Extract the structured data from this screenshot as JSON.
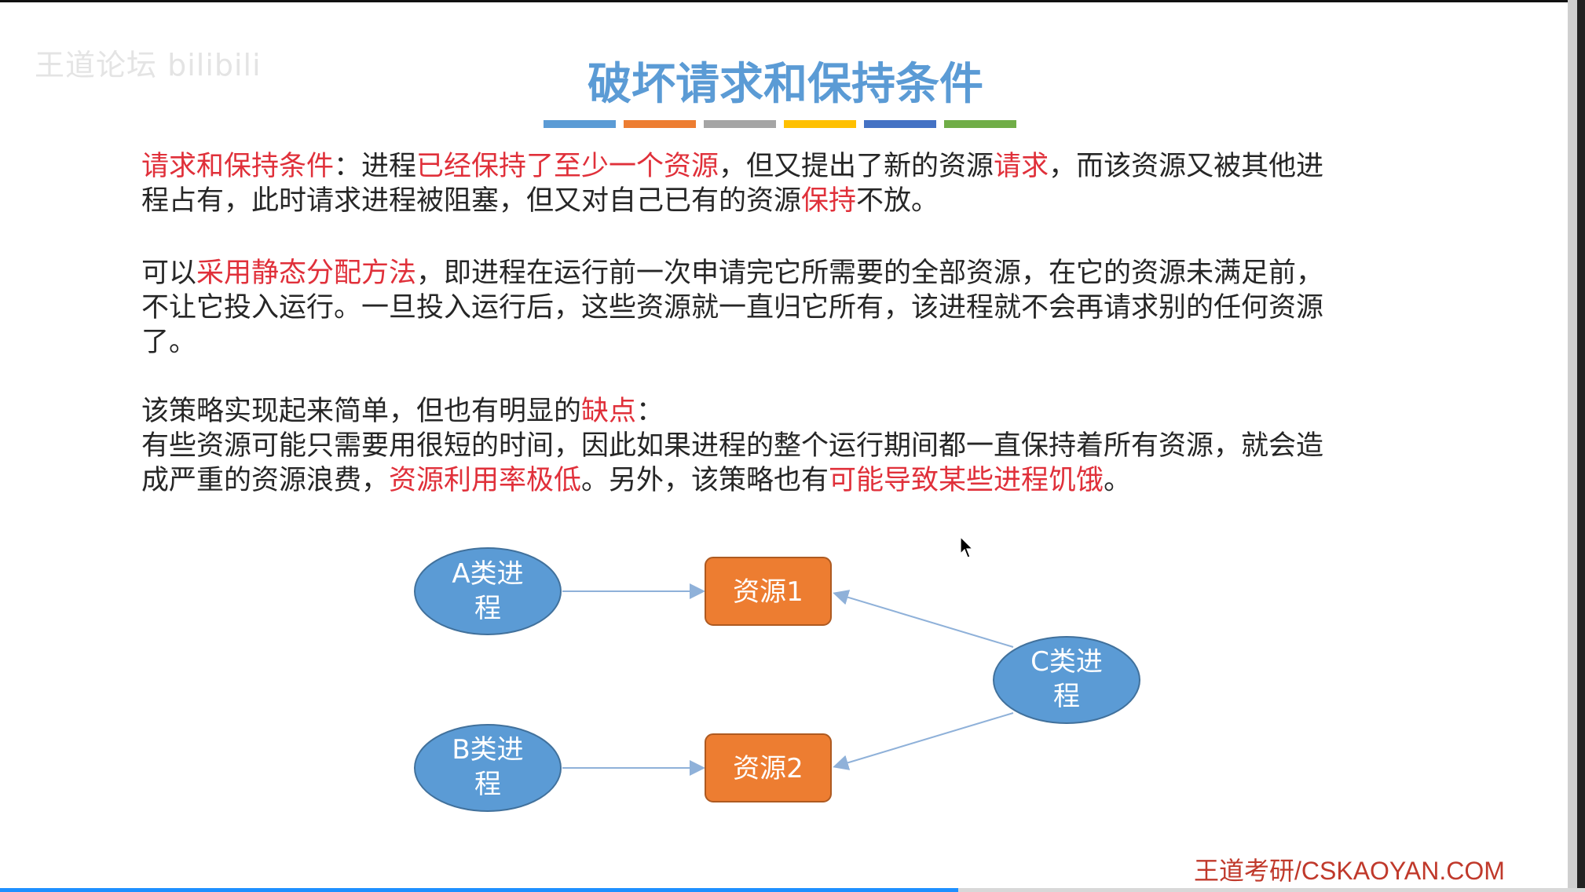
{
  "watermark": "王道论坛 bilibili",
  "title": "破坏请求和保持条件",
  "colors": {
    "title": "#5b9bd5",
    "highlight": "#e0303a",
    "ellipse": "#5b9bd5",
    "box": "#ed7d31",
    "arrow": "#8fb1d9",
    "bars": [
      "#5b9bd5",
      "#ed7d31",
      "#a5a5a5",
      "#ffc000",
      "#4472c4",
      "#70ad47"
    ]
  },
  "para1": {
    "line1": [
      {
        "t": "请求和保持条件",
        "h": true
      },
      {
        "t": "：进程",
        "h": false
      },
      {
        "t": "已经保持了至少一个资源",
        "h": true
      },
      {
        "t": "，但又提出了新的资源",
        "h": false
      },
      {
        "t": "请求",
        "h": true
      },
      {
        "t": "，而该资源又被其他进",
        "h": false
      }
    ],
    "line2": [
      {
        "t": "程占有，此时请求进程被阻塞，但又对自己已有的资源",
        "h": false
      },
      {
        "t": "保持",
        "h": true
      },
      {
        "t": "不放。",
        "h": false
      }
    ]
  },
  "para2": {
    "line1": [
      {
        "t": "可以",
        "h": false
      },
      {
        "t": "采用静态分配方法",
        "h": true
      },
      {
        "t": "，即进程在运行前一次申请完它所需要的全部资源，在它的资源未满足前，",
        "h": false
      }
    ],
    "line2": [
      {
        "t": "不让它投入运行。一旦投入运行后，这些资源就一直归它所有，该进程就不会再请求别的任何资源",
        "h": false
      }
    ],
    "line3": [
      {
        "t": "了。",
        "h": false
      }
    ]
  },
  "para3": {
    "line1": [
      {
        "t": "该策略实现起来简单，但也有明显的",
        "h": false
      },
      {
        "t": "缺点",
        "h": true
      },
      {
        "t": "：",
        "h": false
      }
    ],
    "line2": [
      {
        "t": "有些资源可能只需要用很短的时间，因此如果进程的整个运行期间都一直保持着所有资源，就会造",
        "h": false
      }
    ],
    "line3": [
      {
        "t": "成严重的资源浪费，",
        "h": false
      },
      {
        "t": "资源利用率极低",
        "h": true
      },
      {
        "t": "。另外，该策略也有",
        "h": false
      },
      {
        "t": "可能导致某些进程饥饿",
        "h": true
      },
      {
        "t": "。",
        "h": false
      }
    ]
  },
  "diagram": {
    "processA": [
      "A类进",
      "程"
    ],
    "processB": [
      "B类进",
      "程"
    ],
    "processC": [
      "C类进",
      "程"
    ],
    "resource1": "资源1",
    "resource2": "资源2"
  },
  "footer": "王道考研/CSKAOYAN.COM",
  "cursor_icon": "mouse-pointer-icon"
}
